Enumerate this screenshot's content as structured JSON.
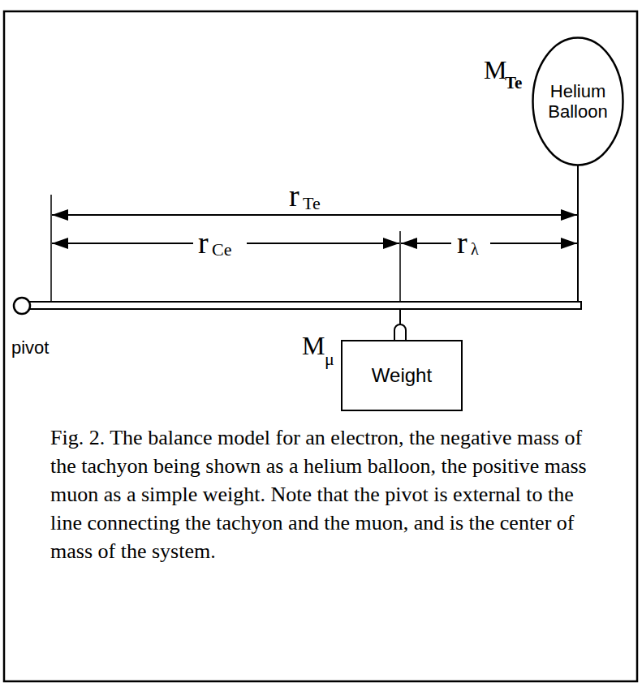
{
  "diagram": {
    "caption": "Fig. 2. The balance model for an electron, the negative mass of the tachyon being shown as a helium balloon, the positive mass muon as a simple weight. Note that the pivot is external to the line connecting the tachyon and the muon, and is the center of mass of the system.",
    "nodes": [
      {
        "text": [
          "Helium Balloon"
        ]
      },
      {
        "text": [
          "Weight"
        ]
      }
    ],
    "labels": [
      "M",
      "Te",
      "r",
      "Te",
      "r",
      "Ce",
      "r",
      "λ",
      "pivot",
      "M",
      "μ"
    ]
  }
}
